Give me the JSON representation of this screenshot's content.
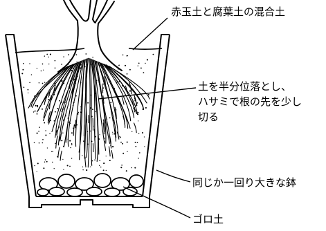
{
  "labels": {
    "soil_mix": "赤玉土と腐葉土の混合土",
    "root_prune": [
      "土を半分位落とし、",
      "ハサミで根の先を少し",
      "切る"
    ],
    "pot": "同じか一回り大きな鉢",
    "gravel": "ゴロ土"
  },
  "colors": {
    "ink": "#000000",
    "background": "#ffffff"
  }
}
